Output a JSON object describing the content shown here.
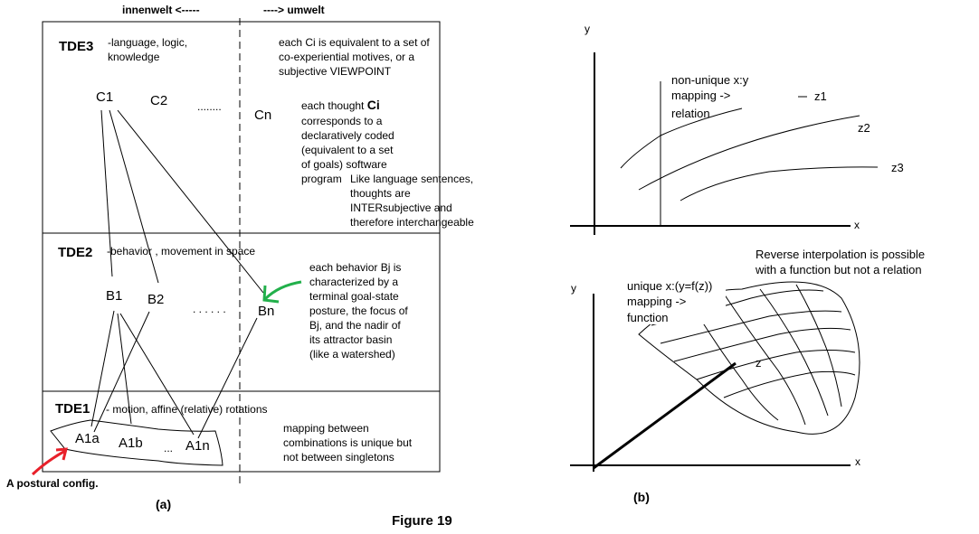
{
  "figure_title": "Figure 19",
  "panel_a": {
    "label": "(a)",
    "header_left": "innenwelt <-----",
    "header_right": "----> umwelt",
    "tde3": {
      "title": "TDE3",
      "desc": [
        "-language, logic,",
        "knowledge"
      ],
      "note1": [
        "each Ci is equivalent to a set of",
        "co-experiential motives, or a",
        "subjective VIEWPOINT"
      ],
      "note2_first_prefix": "each thought ",
      "note2_first_bold": "Ci",
      "note2": [
        "corresponds to a",
        "declaratively coded",
        "(equivalent to a set",
        "of goals) software",
        "program"
      ],
      "note3": [
        "Like language sentences,",
        "thoughts  are",
        "INTERsubjective and",
        "therefore interchangeable"
      ],
      "nodes": [
        "C1",
        "C2",
        "........",
        "Cn"
      ]
    },
    "tde2": {
      "title": "TDE2",
      "desc": "-behavior , movement in space",
      "note": [
        "each behavior Bj is",
        "characterized by a",
        "terminal goal-state",
        "posture, the focus of",
        "Bj, and the nadir of",
        "its attractor basin",
        "(like a watershed)"
      ],
      "nodes": [
        "B1",
        "B2",
        ". . . . . .",
        "Bn"
      ]
    },
    "tde1": {
      "title": "TDE1",
      "desc": "- motion, affine (relative) rotations",
      "note": [
        "mapping between",
        "combinations is unique but",
        "not between singletons"
      ],
      "nodes": [
        "A1a",
        "A1b",
        "...",
        "A1n"
      ]
    },
    "postural_label": "A postural config.",
    "colors": {
      "red_arrow": "#e8202a",
      "green_arrow": "#22b04b"
    }
  },
  "panel_b": {
    "label": "(b)",
    "top": {
      "y_label": "y",
      "x_label": "x",
      "note": [
        "non-unique x:y",
        "mapping ->",
        "relation"
      ],
      "curves": [
        "z1",
        "z2",
        "z3"
      ]
    },
    "bottom": {
      "heading": [
        "Reverse interpolation is possible",
        "with a function but not a relation"
      ],
      "y_label": "y",
      "x_label": "x",
      "z_label": "z",
      "note": [
        "unique x:(y=f(z))",
        "mapping ->",
        "function"
      ]
    }
  }
}
